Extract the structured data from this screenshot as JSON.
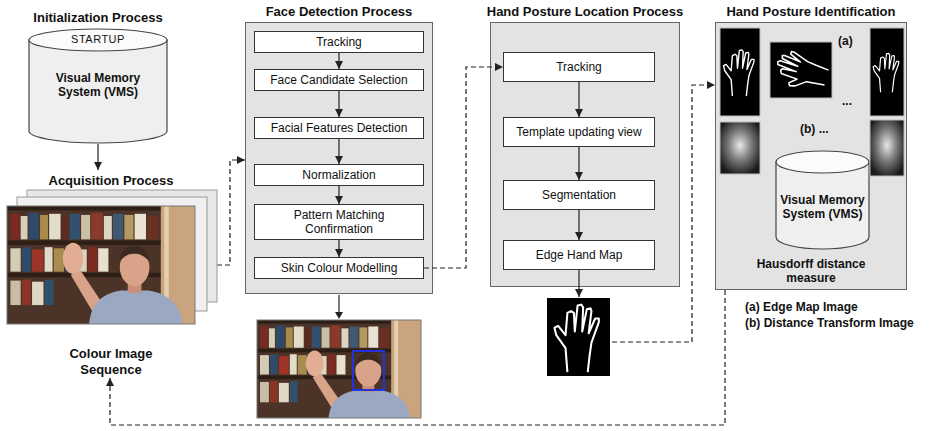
{
  "diagram": {
    "nodes": [
      {
        "text": [
          "Initialization Process",
          "STARTUP",
          "Visual Memory System (VMS)"
        ]
      },
      {
        "text": [
          "Acquisition Process",
          "Colour Image Sequence"
        ]
      },
      {
        "text": [
          "Face Detection Process"
        ]
      },
      {
        "text": [
          "Tracking"
        ],
        "in": 2
      },
      {
        "text": [
          "Face Candidate Selection"
        ],
        "in": 2
      },
      {
        "text": [
          "Facial Features Detection"
        ],
        "in": 2
      },
      {
        "text": [
          "Normalization"
        ],
        "in": 2
      },
      {
        "text": [
          "Pattern Matching Confirmation"
        ],
        "in": 2
      },
      {
        "text": [
          "Skin Colour Modelling"
        ],
        "in": 2
      },
      {
        "text": [
          "Hand Posture Location Process"
        ]
      },
      {
        "text": [
          "Tracking"
        ],
        "in": 9
      },
      {
        "text": [
          "Template updating view"
        ],
        "in": 9
      },
      {
        "text": [
          "Segmentation"
        ],
        "in": 9
      },
      {
        "text": [
          "Edge Hand Map"
        ],
        "in": 9
      },
      {
        "text": [
          "Hand Posture Identification",
          "Hausdorff distance measure"
        ]
      },
      {
        "text": [
          "Visual Memory System (VMS)"
        ],
        "in": 14
      }
    ],
    "edges": [
      {
        "from": 0,
        "to": 1,
        "arrow": "to"
      },
      {
        "from": 1,
        "to": 2,
        "arrow": "to"
      },
      {
        "from": 3,
        "to": 4,
        "arrow": "to"
      },
      {
        "from": 4,
        "to": 5,
        "arrow": "to"
      },
      {
        "from": 5,
        "to": 6,
        "arrow": "to"
      },
      {
        "from": 6,
        "to": 7,
        "arrow": "to"
      },
      {
        "from": 7,
        "to": 8,
        "arrow": "to"
      },
      {
        "from": 8,
        "to": 10,
        "arrow": "to"
      },
      {
        "from": 10,
        "to": 11,
        "arrow": "to"
      },
      {
        "from": 11,
        "to": 12,
        "arrow": "to"
      },
      {
        "from": 12,
        "to": 13,
        "arrow": "to"
      },
      {
        "from": 13,
        "to": 14,
        "arrow": "to"
      },
      {
        "from": 14,
        "to": 1,
        "arrow": "to"
      }
    ],
    "labels": [
      "(a)",
      "...",
      "(b) ...",
      "(a) Edge Map Image",
      "(b) Distance Transform Image"
    ]
  }
}
